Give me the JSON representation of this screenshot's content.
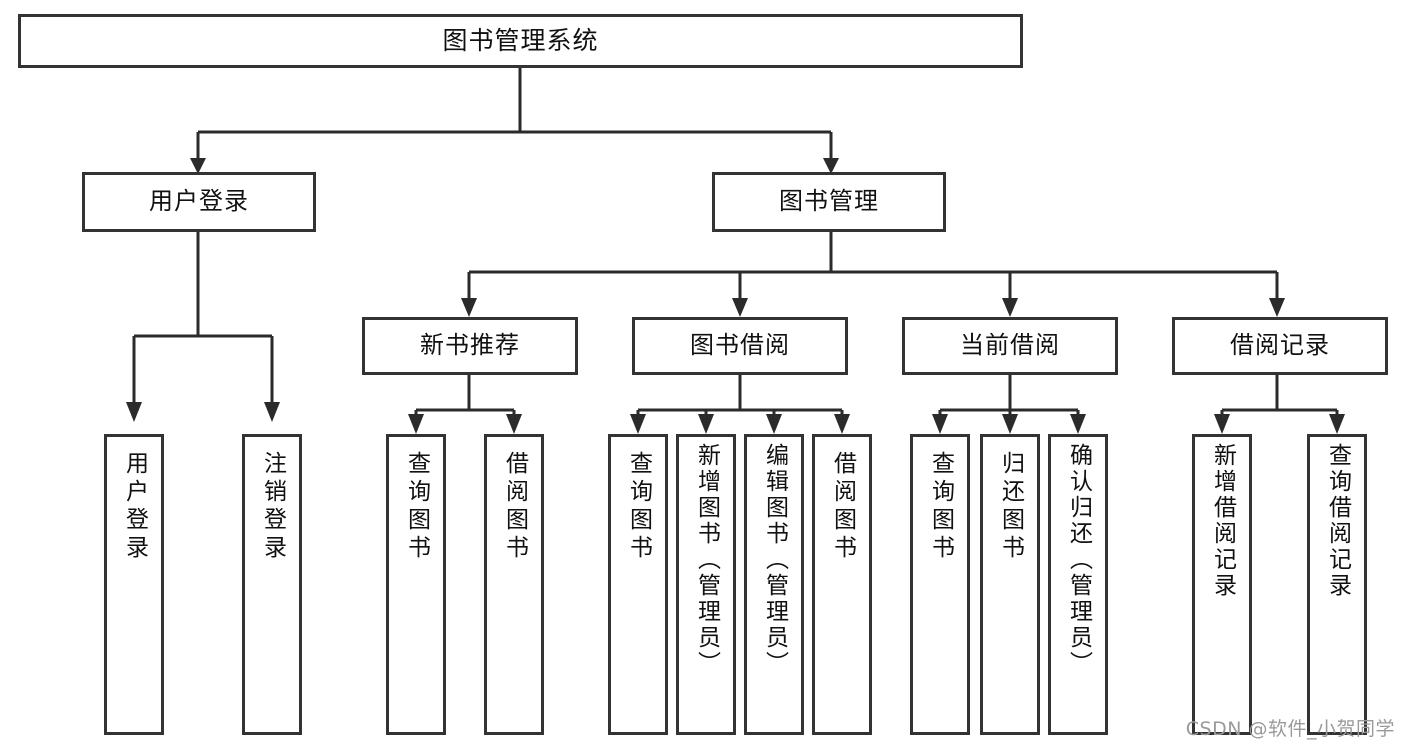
{
  "diagram": {
    "type": "tree",
    "title": "图书管理系统",
    "root": {
      "label": "图书管理系统"
    },
    "level2": [
      {
        "label": "用户登录"
      },
      {
        "label": "图书管理"
      }
    ],
    "level3": [
      {
        "label": "新书推荐"
      },
      {
        "label": "图书借阅"
      },
      {
        "label": "当前借阅"
      },
      {
        "label": "借阅记录"
      }
    ],
    "leaves": {
      "user_login": [
        {
          "label": "用户登录"
        },
        {
          "label": "注销登录"
        }
      ],
      "new_book_recommend": [
        {
          "label": "查询图书"
        },
        {
          "label": "借阅图书"
        }
      ],
      "book_borrow": [
        {
          "label": "查询图书"
        },
        {
          "label": "新增图书（管理员）"
        },
        {
          "label": "编辑图书（管理员）"
        },
        {
          "label": "借阅图书"
        }
      ],
      "current_borrow": [
        {
          "label": "查询图书"
        },
        {
          "label": "归还图书"
        },
        {
          "label": "确认归还（管理员）"
        }
      ],
      "borrow_record": [
        {
          "label": "新增借阅记录"
        },
        {
          "label": "查询借阅记录"
        }
      ]
    }
  },
  "colors": {
    "box_border": "#333333",
    "connector": "#2b2b2b",
    "background": "#ffffff",
    "text": "#111111",
    "watermark": "#9a9a9a"
  },
  "watermark": {
    "text": "CSDN @软件_小贺同学"
  }
}
